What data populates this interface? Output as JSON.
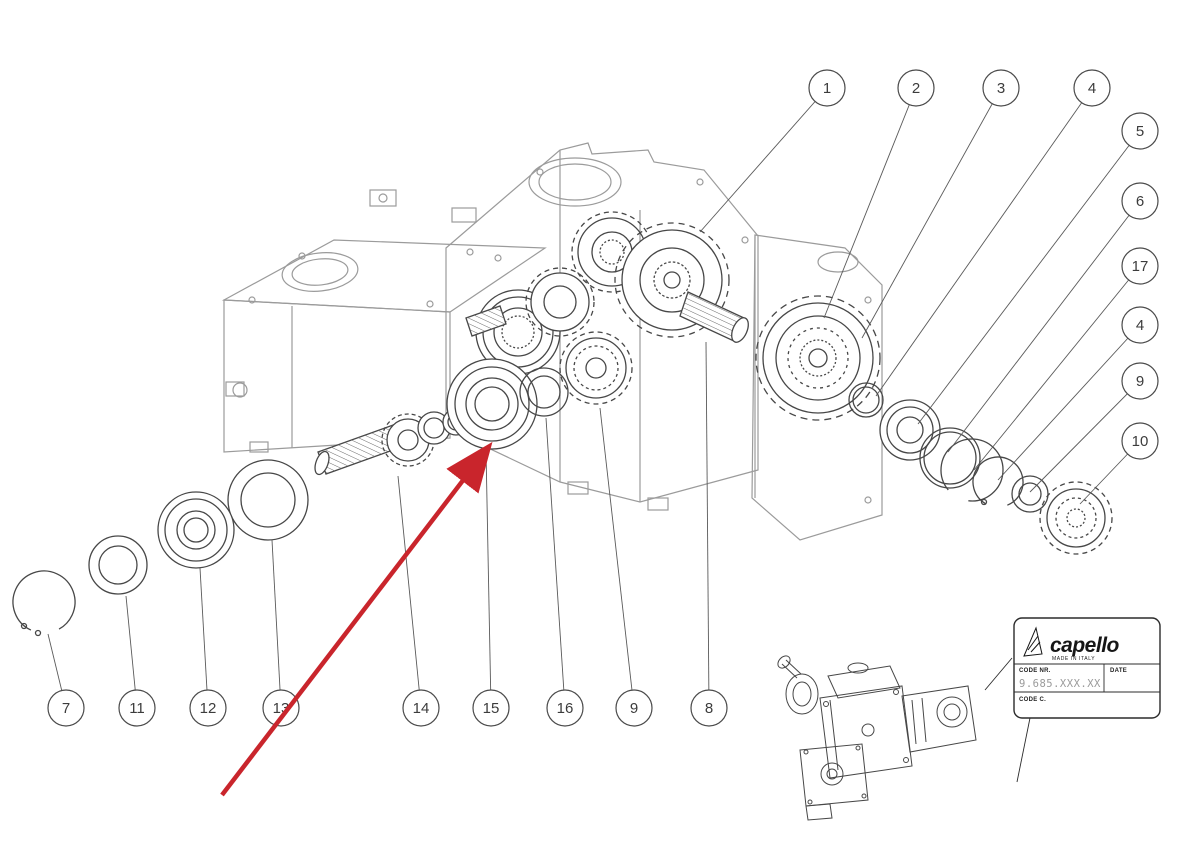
{
  "diagram": {
    "type": "exploded-parts-diagram",
    "subject": "gearbox-assembly",
    "balloons": [
      {
        "id": "callout-1",
        "label": "1"
      },
      {
        "id": "callout-2",
        "label": "2"
      },
      {
        "id": "callout-3",
        "label": "3"
      },
      {
        "id": "callout-4-top",
        "label": "4"
      },
      {
        "id": "callout-5",
        "label": "5"
      },
      {
        "id": "callout-6",
        "label": "6"
      },
      {
        "id": "callout-17",
        "label": "17"
      },
      {
        "id": "callout-4-right",
        "label": "4"
      },
      {
        "id": "callout-9-right",
        "label": "9"
      },
      {
        "id": "callout-10",
        "label": "10"
      },
      {
        "id": "callout-7",
        "label": "7"
      },
      {
        "id": "callout-11",
        "label": "11"
      },
      {
        "id": "callout-12",
        "label": "12"
      },
      {
        "id": "callout-13",
        "label": "13"
      },
      {
        "id": "callout-14",
        "label": "14"
      },
      {
        "id": "callout-15",
        "label": "15"
      },
      {
        "id": "callout-16",
        "label": "16"
      },
      {
        "id": "callout-9-bottom",
        "label": "9"
      },
      {
        "id": "callout-8",
        "label": "8"
      }
    ]
  },
  "label_plate": {
    "brand": "capello",
    "made_in": "MADE IN ITALY",
    "code_nr_label": "CODE NR.",
    "code_nr_value": "9.685.XXX.XX",
    "date_label": "DATE",
    "code_c_label": "CODE C."
  },
  "colors": {
    "line_dark": "#474747",
    "line_light": "#9b9b9b",
    "arrow_red": "#c9252c",
    "value_gray": "#9a9a9a"
  }
}
